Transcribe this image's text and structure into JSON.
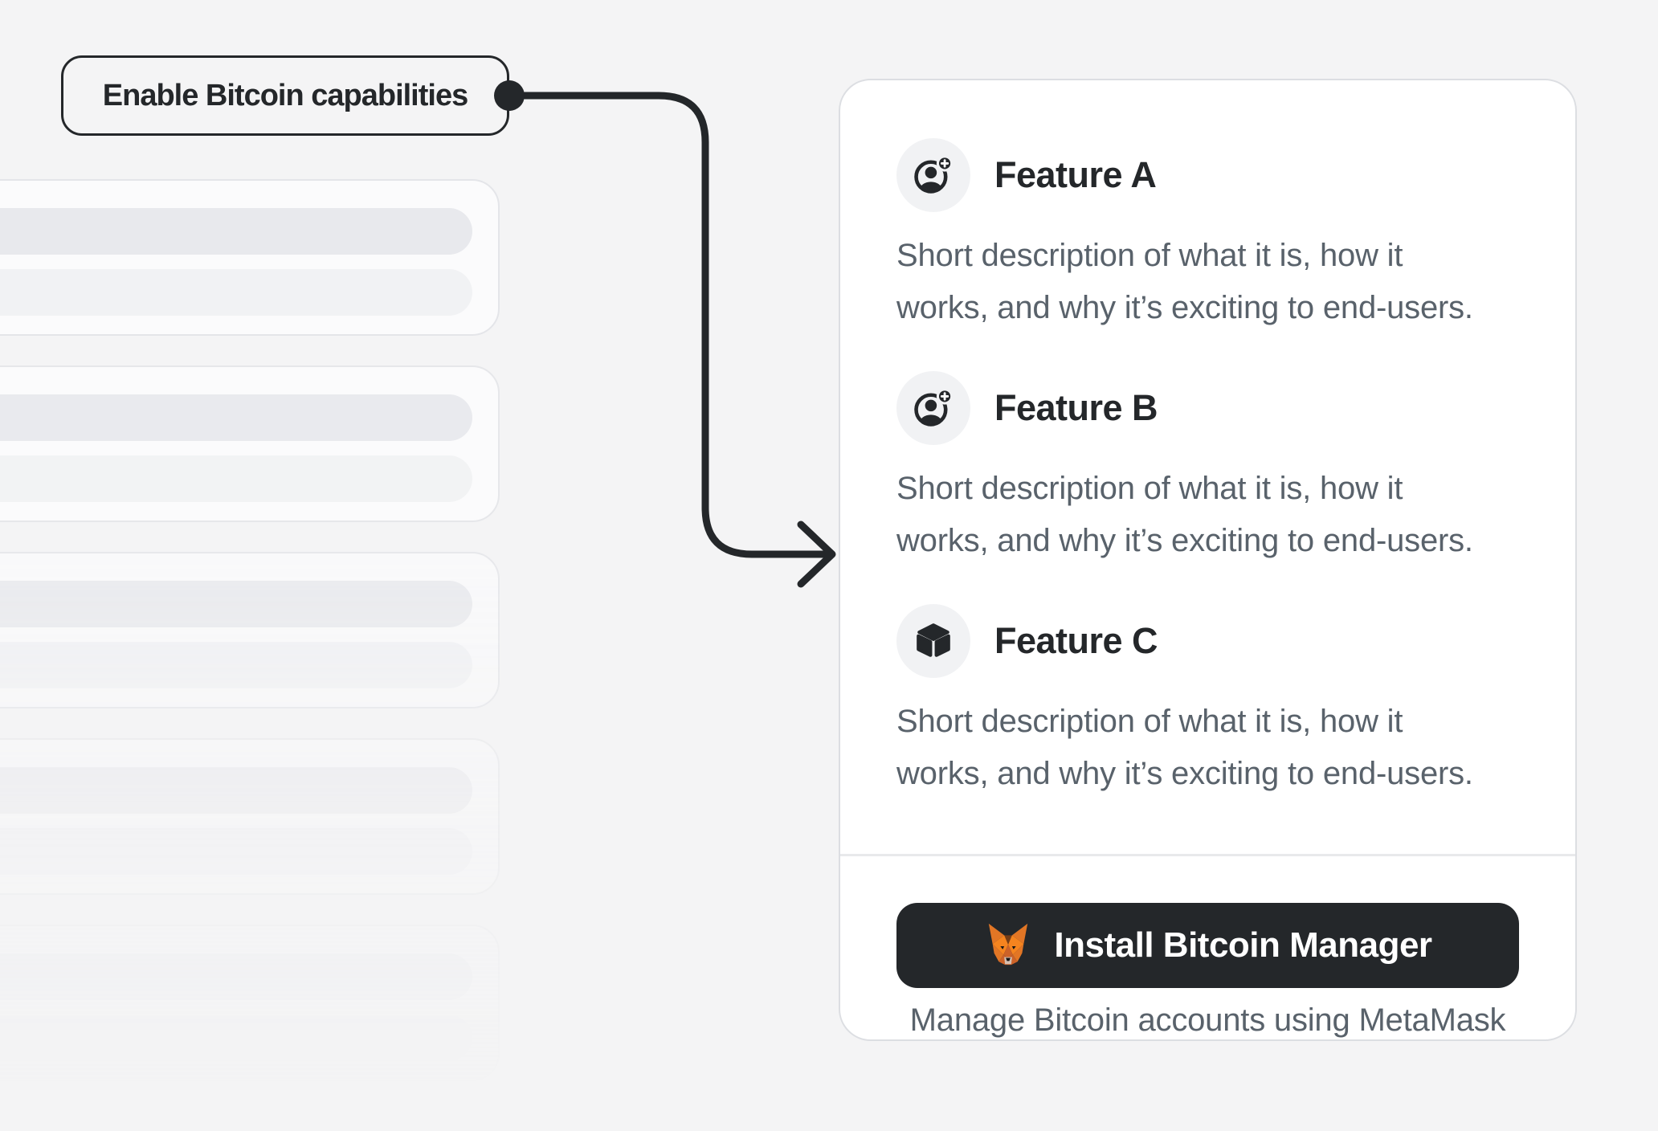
{
  "colors": {
    "bg": "#f4f4f5",
    "ink": "#24272a",
    "muted": "#59626b",
    "card-border": "#dcdee2",
    "divider": "#e8e9eb",
    "circle-bg": "#f1f2f4",
    "pill-dark": "#e8e9ed",
    "pill-light": "#f1f2f4",
    "skel-bg": "#fbfbfc",
    "skel-border": "#e4e5e9",
    "btn-bg": "#24272a",
    "btn-text": "#ffffff"
  },
  "annotation": {
    "label": "Enable Bitcoin capabilities",
    "connector_color": "#24272a"
  },
  "skeleton": {
    "card_count": 5,
    "pills_per_card": 2
  },
  "panel": {
    "features": [
      {
        "icon": "user-add-icon",
        "title": "Feature A",
        "description_lines": [
          "Short description of what it is, how it",
          "works, and why it’s exciting to end-users."
        ]
      },
      {
        "icon": "user-add-icon",
        "title": "Feature B",
        "description_lines": [
          "Short description of what it is, how it",
          "works, and why it’s exciting to end-users."
        ]
      },
      {
        "icon": "cube-icon",
        "title": "Feature C",
        "description_lines": [
          "Short description of what it is, how it",
          "works, and why it’s exciting to end-users."
        ]
      }
    ],
    "footer": {
      "install_button": {
        "icon": "metamask-fox-icon",
        "label": "Install Bitcoin Manager"
      },
      "caption": "Manage Bitcoin accounts using MetaMask"
    }
  },
  "fox_colors": {
    "orange": "#E27625",
    "bright": "#F5841F",
    "dark_orange": "#CC6228",
    "brown": "#763D16",
    "tan": "#D5BFB2",
    "eye": "#161616"
  }
}
